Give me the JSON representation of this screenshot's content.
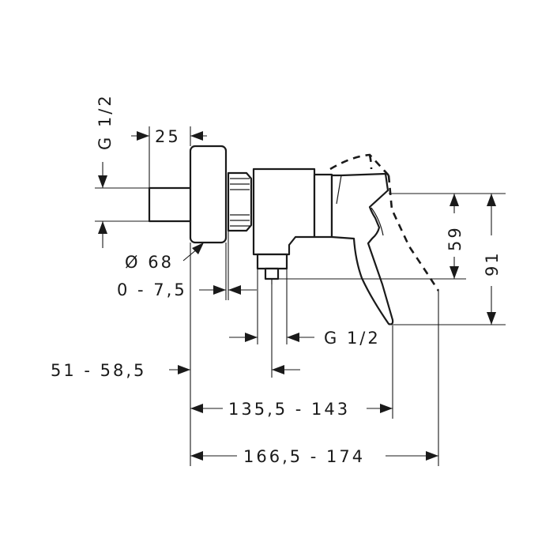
{
  "drawing": {
    "dimensions": {
      "inlet_thread": "G 1/2",
      "rosette_depth": "25",
      "rosette_diameter": "Ø 68",
      "adjust_range": "0 - 7,5",
      "outlet_thread": "G 1/2",
      "wall_to_axis": "51 - 58,5",
      "body_length": "135,5 - 143",
      "total_length": "166,5 - 174",
      "lever_height": "59",
      "total_height": "91"
    },
    "colors": {
      "line": "#1a1a1a",
      "background": "#ffffff"
    }
  }
}
